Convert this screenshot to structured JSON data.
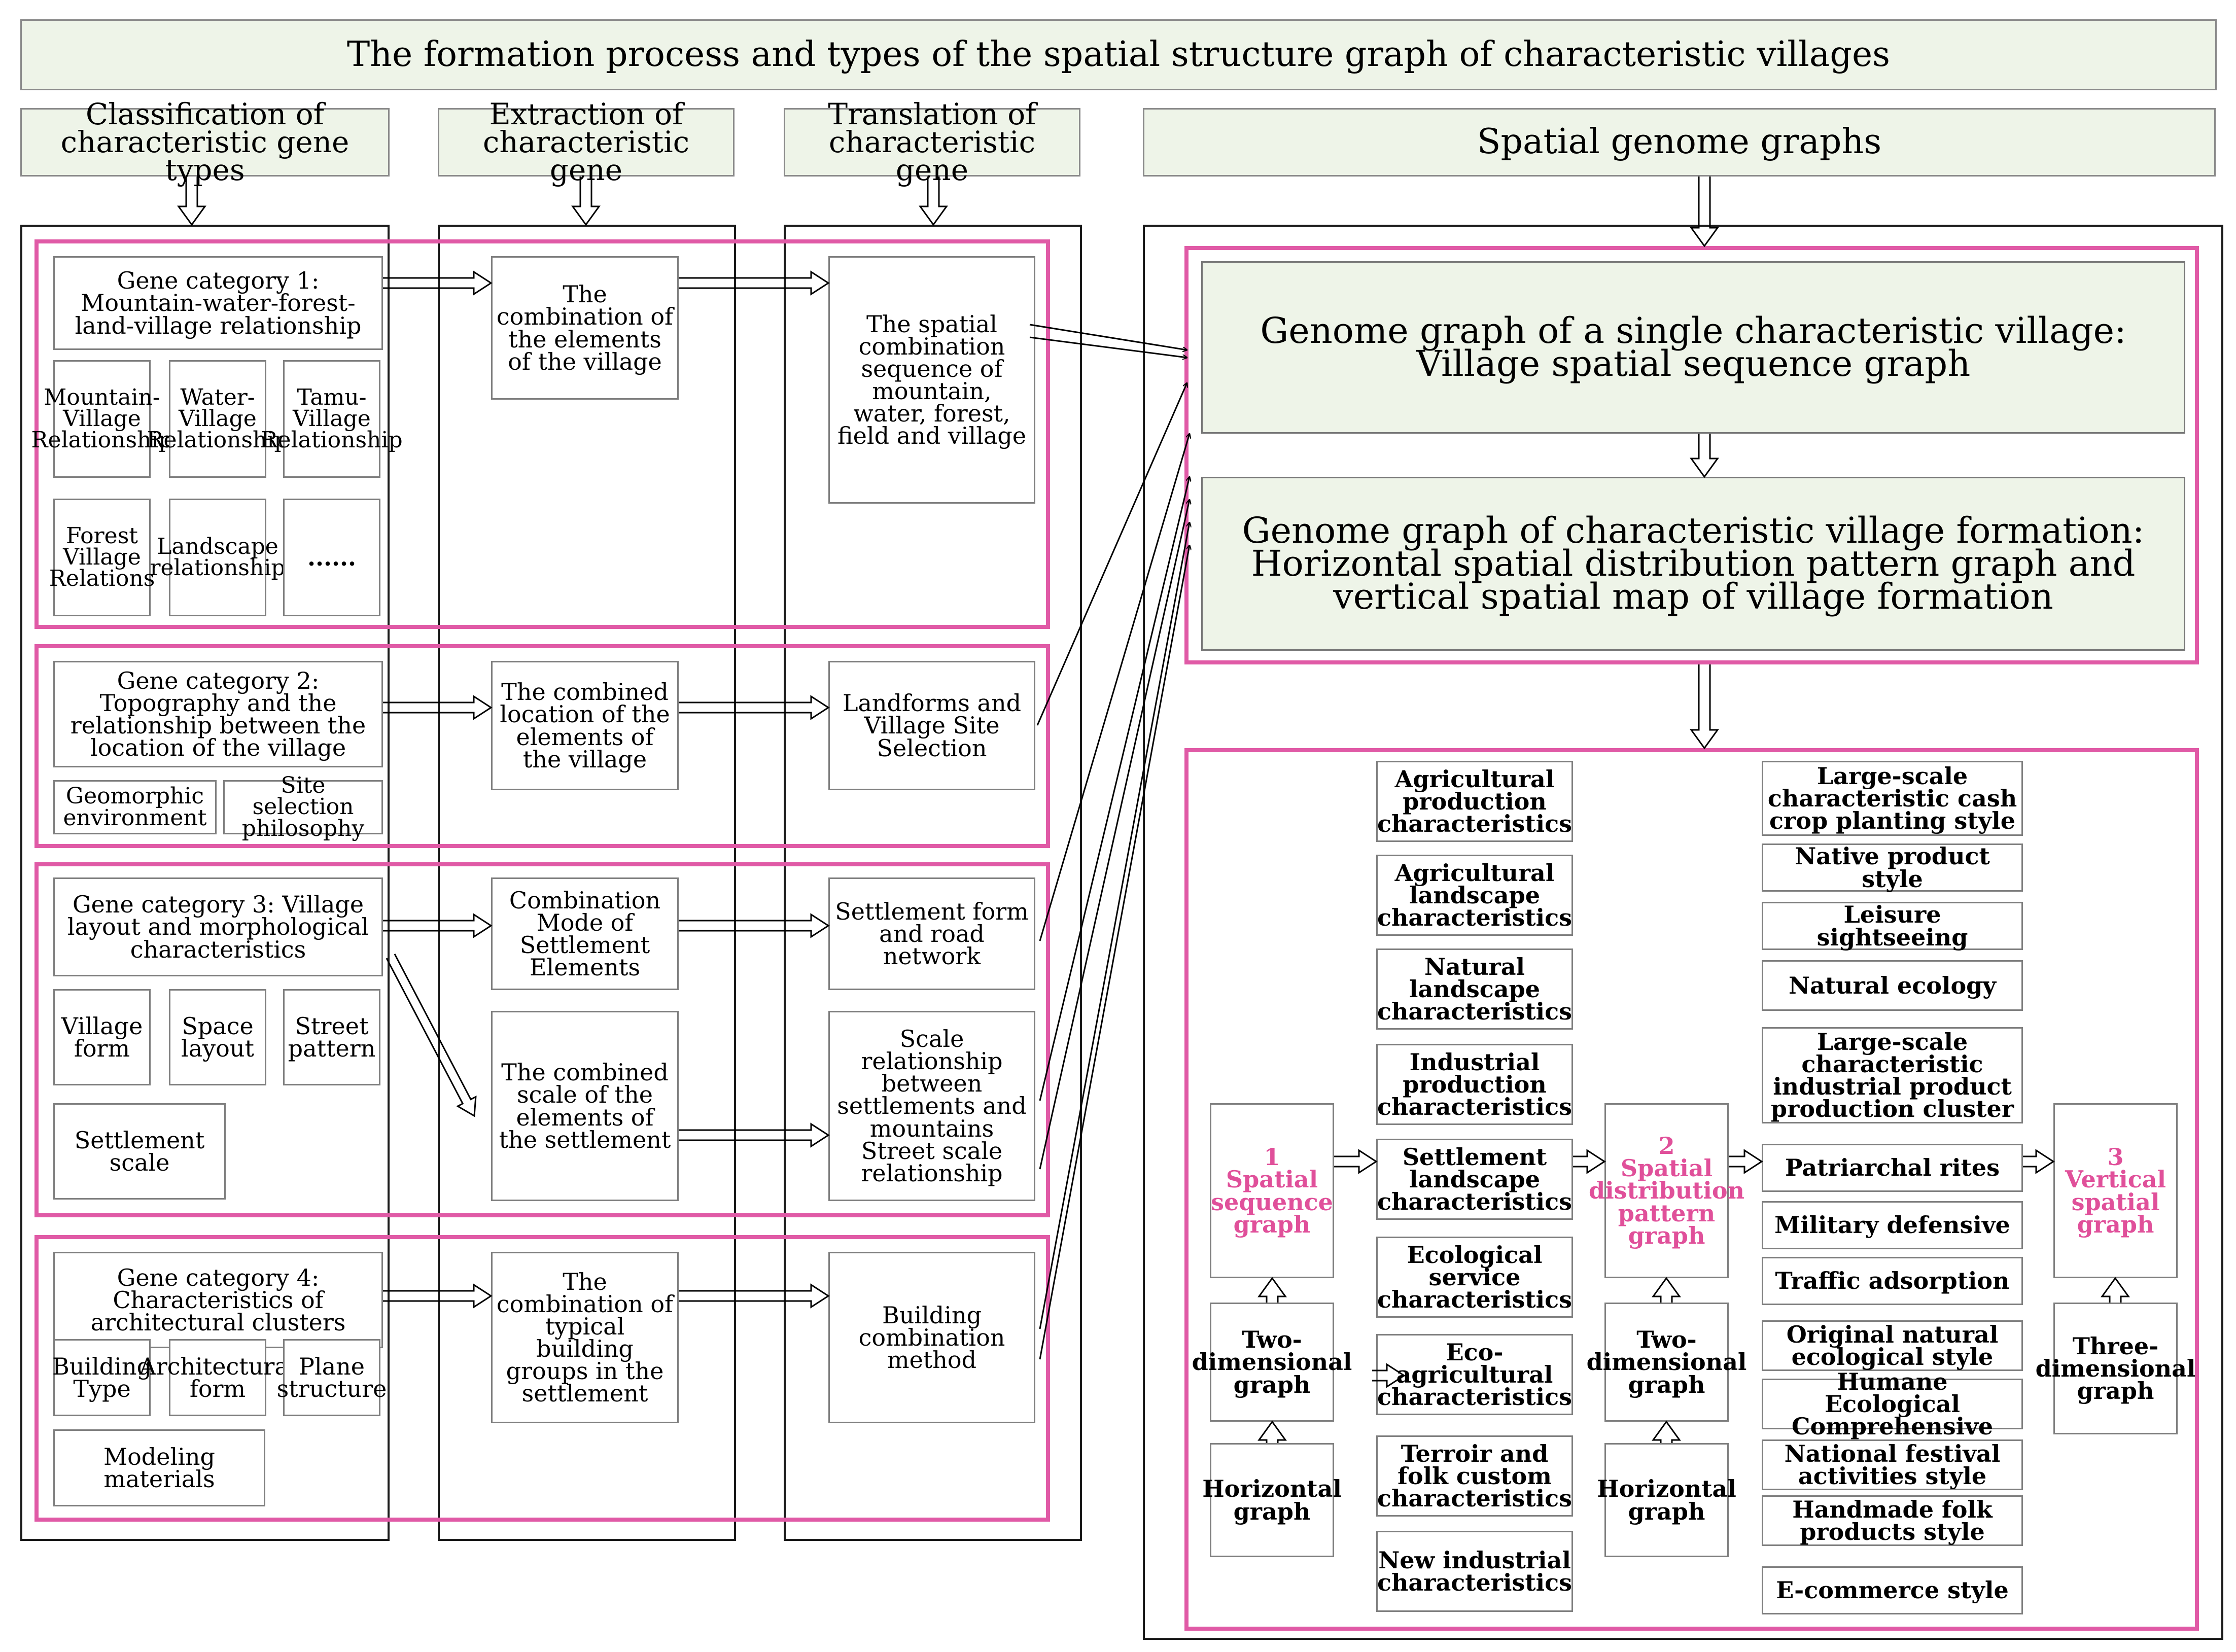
{
  "title": "The formation process and types of the spatial structure graph of characteristic villages",
  "headers": {
    "classification": "Classification of characteristic gene types",
    "extraction": "Extraction of characteristic gene",
    "translation": "Translation of characteristic gene",
    "genome": "Spatial  genome graphs"
  },
  "category1": {
    "title": "Gene category 1: Mountain-water-forest-land-village relationship",
    "items": [
      "Mountain-Village Relationship",
      "Water-Village Relationship",
      "Tamu-Village Relationship",
      "Forest Village Relations",
      "Landscape relationship",
      "......"
    ],
    "extraction": "The combination of the elements of the village",
    "translation": "The spatial combination sequence of mountain, water, forest, field and village"
  },
  "category2": {
    "title": "Gene category 2: Topography and the relationship between the location of the village",
    "items": [
      "Geomorphic environment",
      "Site selection philosophy"
    ],
    "extraction": "The combined location of the elements of the village",
    "translation": "Landforms and Village Site Selection"
  },
  "category3": {
    "title": "Gene category 3: Village layout and morphological characteristics",
    "items": [
      "Village form",
      "Space layout",
      "Street pattern",
      "Settlement scale"
    ],
    "extraction1": "Combination Mode of Settlement Elements",
    "extraction2": "The combined scale of the elements of the settlement",
    "translation1": "Settlement form and road network",
    "translation2": "Scale relationship between settlements and mountains Street scale relationship"
  },
  "category4": {
    "title": "Gene category 4: Characteristics of architectural clusters",
    "items": [
      "Building Type",
      "Architectural form",
      "Plane structure",
      "Modeling materials"
    ],
    "extraction": "The combination of typical building groups in the settlement",
    "translation": "Building combination method"
  },
  "genome": {
    "single": "Genome graph of a single characteristic village: Village spatial sequence graph",
    "formation": "Genome graph of characteristic village formation: Horizontal spatial distribution pattern graph and vertical spatial map of village formation"
  },
  "graphs": {
    "g1_num": "1",
    "g1": "Spatial sequence graph",
    "g2_num": "2",
    "g2": "Spatial distribution pattern graph",
    "g3_num": "3",
    "g3": "Vertical spatial graph",
    "two_dim": "Two-dimensional graph",
    "horizontal": "Horizontal graph",
    "three_dim": "Three-dimensional graph"
  },
  "characteristics": [
    "Agricultural production characteristics",
    "Agricultural landscape characteristics",
    "Natural landscape characteristics",
    "Industrial production characteristics",
    "Settlement landscape characteristics",
    "Ecological service characteristics",
    "Eco-agricultural characteristics",
    "Terroir and folk custom characteristics",
    "New industrial characteristics"
  ],
  "styles": [
    "Large-scale characteristic cash crop planting style",
    "Native product style",
    "Leisure sightseeing",
    "Natural ecology",
    "Large-scale characteristic industrial product production cluster",
    "Patriarchal rites",
    "Military defensive",
    "Traffic adsorption",
    "Original natural ecological style",
    "Humane Ecological Comprehensive",
    "National festival activities style",
    "Handmade folk products style",
    "E-commerce style"
  ]
}
